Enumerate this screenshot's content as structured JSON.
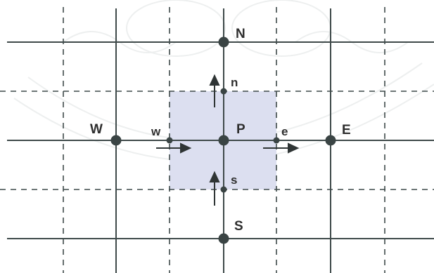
{
  "diagram": {
    "nodes": {
      "N": "N",
      "W": "W",
      "P": "P",
      "E": "E",
      "S": "S"
    },
    "faces": {
      "n": "n",
      "w": "w",
      "e": "e",
      "s": "s"
    },
    "colors": {
      "line": "#3f4a4a",
      "node": "#3a4444",
      "control_volume": "#dcdff0",
      "arrow": "#2f3535"
    }
  }
}
